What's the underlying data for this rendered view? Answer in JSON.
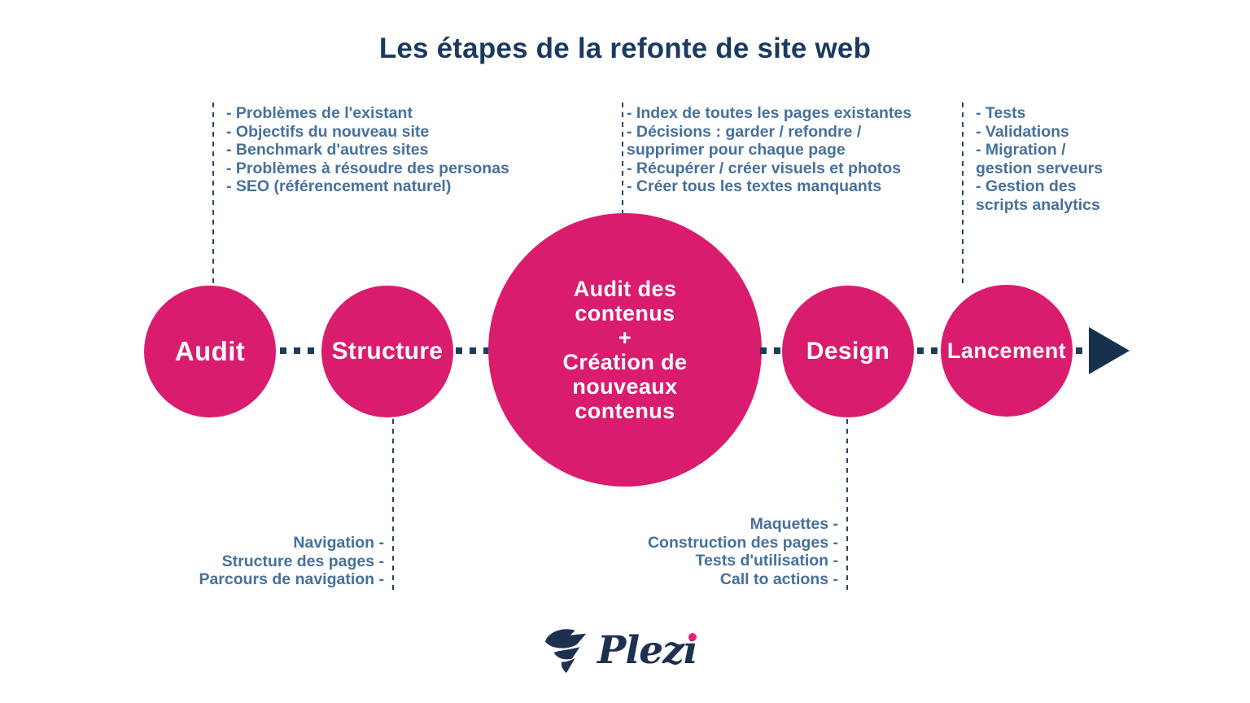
{
  "title": "Les étapes de la refonte de site web",
  "colors": {
    "pink": "#da1c6f",
    "navy": "#1b3a5e",
    "connector": "#1d3c5c",
    "annotation_text": "#46719c",
    "logo_dot_pink": "#e91e77"
  },
  "stages": {
    "audit": {
      "label": "Audit"
    },
    "structure": {
      "label": "Structure"
    },
    "content": {
      "lines": [
        "Audit des",
        "contenus",
        "+",
        "Création de",
        "nouveaux",
        "contenus"
      ]
    },
    "design": {
      "label": "Design"
    },
    "launch": {
      "label": "Lancement"
    }
  },
  "annotations": {
    "audit_tasks": {
      "lines": [
        "- Problèmes de l'existant",
        "- Objectifs du nouveau site",
        "- Benchmark d'autres sites",
        "- Problèmes à résoudre des personas",
        "- SEO (référencement naturel)"
      ]
    },
    "content_tasks": {
      "lines": [
        "- Index de toutes les pages existantes",
        "- Décisions : garder / refondre /",
        "supprimer pour chaque page",
        "- Récupérer / créer visuels et photos",
        "- Créer tous les textes manquants"
      ]
    },
    "launch_tasks": {
      "lines": [
        "- Tests",
        "- Validations",
        "- Migration /",
        "gestion serveurs",
        "- Gestion des",
        "scripts analytics"
      ]
    },
    "structure_tasks": {
      "lines": [
        "Navigation -",
        "Structure des pages -",
        "Parcours de navigation -"
      ]
    },
    "design_tasks": {
      "lines": [
        "Maquettes -",
        "Construction des pages -",
        "Tests d'utilisation -",
        "Call to actions -"
      ]
    }
  },
  "logo": {
    "brand": "Plezi"
  }
}
